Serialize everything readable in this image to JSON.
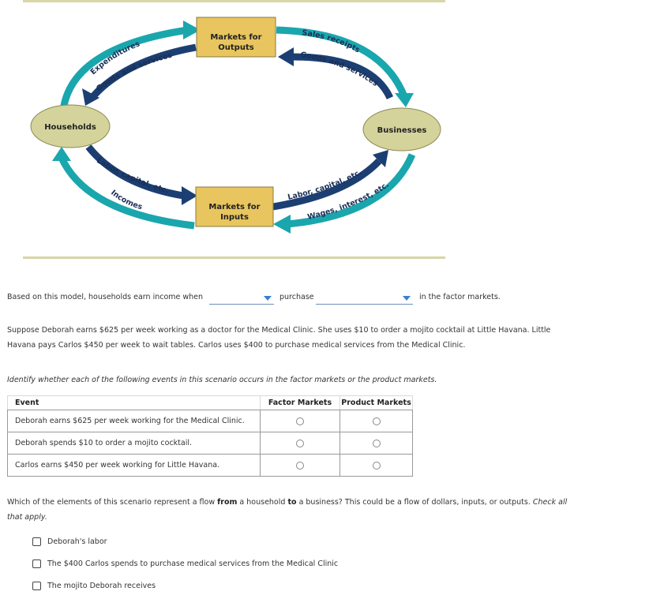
{
  "diagram": {
    "markets_outputs": [
      "Markets for",
      "Outputs"
    ],
    "markets_inputs": [
      "Markets for",
      "Inputs"
    ],
    "households": "Households",
    "businesses": "Businesses",
    "expenditures": "Expenditures",
    "goods_services_left": "Goods and services",
    "sales_receipts": "Sales receipts",
    "goods_services_right": "Goods and services",
    "labor_left": "Labor, capital, etc.",
    "incomes": "Incomes",
    "labor_right": "Labor, capital, etc.",
    "wages": "Wages, interest, etc.",
    "colors": {
      "teal": "#1aa6ad",
      "navy": "#1c3f73",
      "box": "#e8c55e",
      "ellipse": "#d4d39c",
      "rule": "#d8d6a6"
    }
  },
  "question1": {
    "prefix": "Based on this model, households earn income when",
    "middle": "purchase",
    "suffix": "in the factor markets.",
    "dropdown1_value": "",
    "dropdown2_value": ""
  },
  "scenario": {
    "line1": "Suppose Deborah earns $625 per week working as a doctor for the Medical Clinic. She uses $10 to order a mojito cocktail at Little Havana. Little",
    "line2": "Havana pays Carlos $450 per week to wait tables. Carlos uses $400 to purchase medical services from the Medical Clinic."
  },
  "identify_instruction": "Identify whether each of the following events in this scenario occurs in the factor markets or the product markets.",
  "events_table": {
    "headers": [
      "Event",
      "Factor Markets",
      "Product Markets"
    ],
    "rows": [
      "Deborah earns $625 per week working for the Medical Clinic.",
      "Deborah spends $10 to order a mojito cocktail.",
      "Carlos earns $450 per week working for Little Havana."
    ]
  },
  "question3": {
    "part1": "Which of the elements of this scenario represent a flow",
    "from": "from",
    "part2": "a household",
    "to": "to",
    "part3": "a business? This could be a flow of dollars, inputs, or outputs.",
    "check_all": "Check all",
    "that_apply": "that apply.",
    "options": [
      "Deborah's labor",
      "The $400 Carlos spends to purchase medical services from the Medical Clinic",
      "The mojito Deborah receives"
    ]
  }
}
